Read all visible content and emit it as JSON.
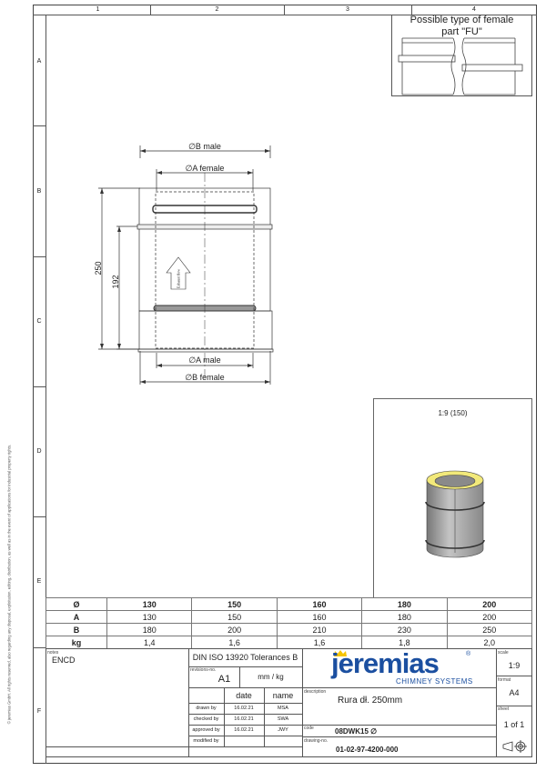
{
  "frame": {
    "columns": [
      "1",
      "2",
      "3",
      "4"
    ],
    "rows": [
      "A",
      "B",
      "C",
      "D",
      "E",
      "F"
    ]
  },
  "copyright": "© jeremias GmbH. All rights reserved, also regarding any disposal, exploitation, editing, distribution, as well as in the event of applications for industrial property rights.",
  "detail": {
    "title_line1": "Possible type of female",
    "title_line2": "part \"FU\""
  },
  "drawing": {
    "b_male": "∅B male",
    "a_female": "∅A female",
    "a_male": "∅A male",
    "b_female": "∅B female",
    "dim_total": "250",
    "dim_inner": "192",
    "flow_label": "Exhaust flow"
  },
  "iso_view": {
    "caption": "1:9 (150)",
    "ring_color": "#f2e97a",
    "body_color": "#a9a9a9"
  },
  "dims_table": {
    "header": [
      "Ø",
      "130",
      "150",
      "160",
      "180",
      "200"
    ],
    "rows": [
      [
        "A",
        "130",
        "150",
        "160",
        "180",
        "200"
      ],
      [
        "B",
        "180",
        "200",
        "210",
        "230",
        "250"
      ],
      [
        "kg",
        "1,4",
        "1,6",
        "1,6",
        "1,8",
        "2,0"
      ]
    ]
  },
  "title_block": {
    "notes_label": "notes",
    "notes": "ENCD",
    "tolerances": "DIN ISO 13920 Tolerances B",
    "revisions_label": "revisions-no.",
    "revision": "A1",
    "units": "mm / kg",
    "date_header": "date",
    "name_header": "name",
    "approvals": [
      {
        "role": "drawn by",
        "date": "16.02.21",
        "name": "MSA"
      },
      {
        "role": "checked by",
        "date": "16.02.21",
        "name": "SWA"
      },
      {
        "role": "approved by",
        "date": "16.02.21",
        "name": "JWY"
      },
      {
        "role": "modified by",
        "date": "",
        "name": ""
      }
    ],
    "logo": "jeremias",
    "logo_sub": "CHIMNEY SYSTEMS",
    "logo_color": "#1b4fa0",
    "crown_color": "#f5c400",
    "description_label": "description",
    "description": "Rura dł. 250mm",
    "code_label": "code",
    "code": "08DWK15 ∅",
    "drawing_no_label": "drawing-no.",
    "drawing_no": "01-02-97-4200-000",
    "scale_label": "scale",
    "scale": "1:9",
    "format_label": "format",
    "format": "A4",
    "sheet_label": "sheet",
    "sheet": "1 of 1"
  }
}
